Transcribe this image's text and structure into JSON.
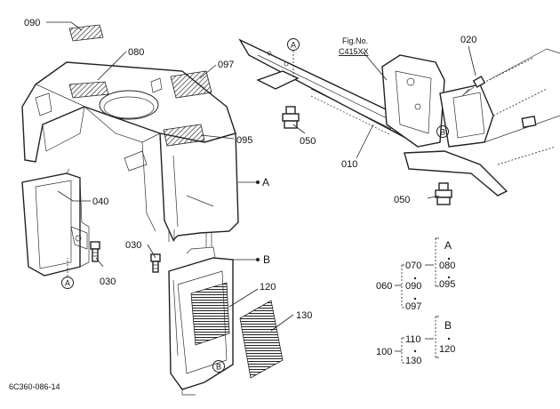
{
  "parts": {
    "p090": "090",
    "p080": "080",
    "p097": "097",
    "p095": "095",
    "p040": "040",
    "p030a": "030",
    "p030b": "030",
    "p120": "120",
    "p130": "130",
    "p020": "020",
    "p050a": "050",
    "p050b": "050",
    "p010": "010"
  },
  "refs": {
    "A_side": "A",
    "B_side": "B",
    "circle_A1": "A",
    "circle_A2": "A",
    "circle_B1": "B",
    "circle_B2": "B"
  },
  "fig": {
    "line1": "Fig.No.",
    "line2": "C415XX"
  },
  "legend_group1": {
    "parent": "060",
    "items": [
      "070",
      "090",
      "097"
    ],
    "ref": "A",
    "sub_items": [
      "080",
      "095"
    ]
  },
  "legend_group2": {
    "parent": "100",
    "items": [
      "110",
      "130"
    ],
    "ref": "B",
    "sub_items": [
      "120"
    ]
  },
  "drawing_code": "6C360-086-14"
}
